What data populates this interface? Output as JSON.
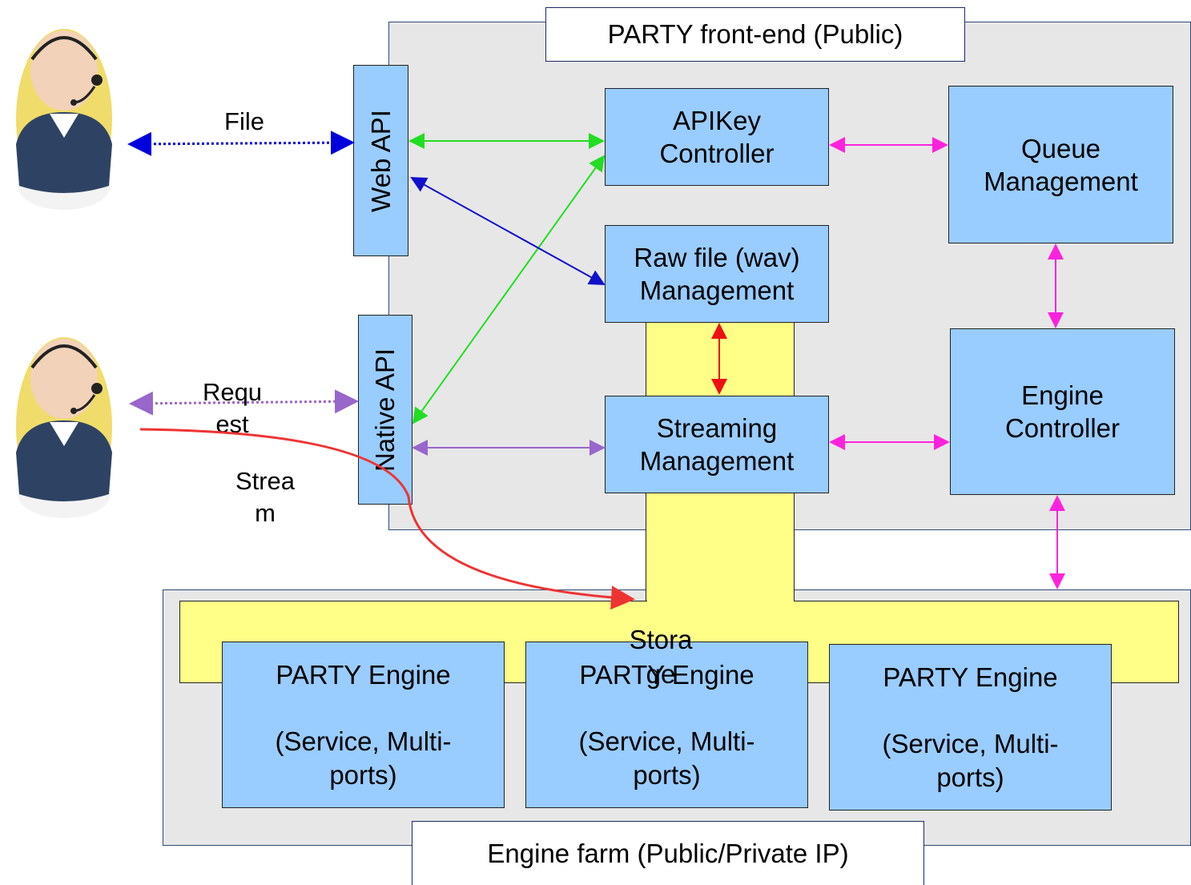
{
  "frontend": {
    "title": "PARTY front-end (Public)"
  },
  "farm": {
    "title": "Engine farm (Public/Private IP)"
  },
  "web_api": {
    "label": "Web API"
  },
  "native_api": {
    "label": "Native API"
  },
  "apikey": {
    "line1": "APIKey",
    "line2": "Controller"
  },
  "rawfile": {
    "line1": "Raw file (wav)",
    "line2": "Management"
  },
  "streaming": {
    "line1": "Streaming",
    "line2": "Management"
  },
  "queue": {
    "line1": "Queue",
    "line2": "Management"
  },
  "engine_controller": {
    "line1": "Engine",
    "line2": "Controller"
  },
  "storage": {
    "line1": "Stora",
    "line2": "ge"
  },
  "engines": [
    {
      "title": "PARTY Engine",
      "desc_line1": "(Service, Multi-",
      "desc_line2": "ports)"
    },
    {
      "title": "PARTY Engine",
      "desc_line1": "(Service, Multi-",
      "desc_line2": "ports)"
    },
    {
      "title": "PARTY Engine",
      "desc_line1": "(Service, Multi-",
      "desc_line2": "ports)"
    }
  ],
  "connections": {
    "file": "File",
    "request_line1": "Requ",
    "request_line2": "est",
    "stream_line1": "Strea",
    "stream_line2": "m"
  },
  "colors": {
    "box_fill": "#99ccff",
    "storage_fill": "#ffff88",
    "region_fill": "#e7e7e7",
    "file_arrow": "#0000dd",
    "request_arrow": "#9966cc",
    "stream_arrow": "#ee3333",
    "green_arrow": "#22dd22",
    "blue_arrow": "#1111cc",
    "magenta_arrow": "#ff22dd",
    "red_arrow": "#ee1111"
  }
}
